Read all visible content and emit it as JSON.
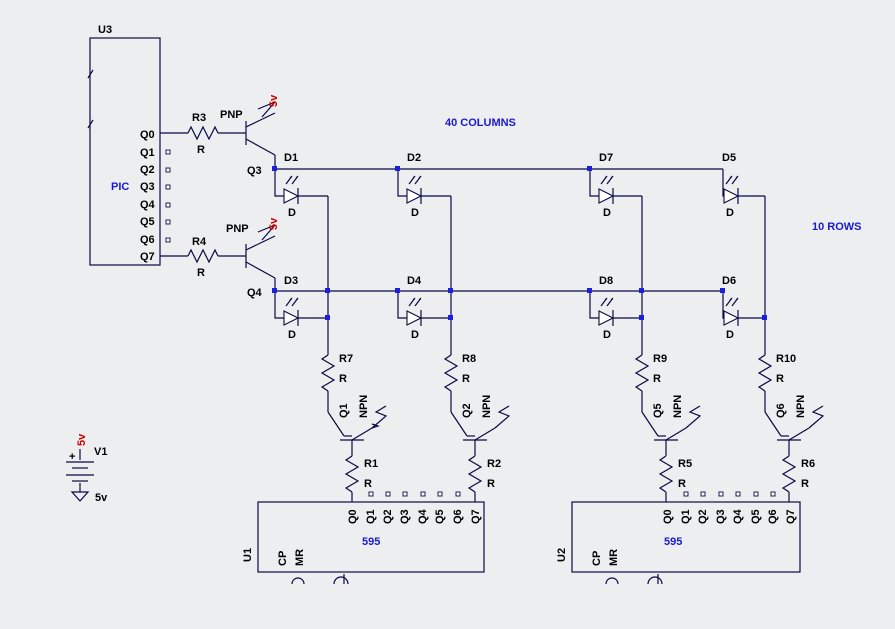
{
  "colors": {
    "background": "#eceef0",
    "wire": "#0a0a44",
    "node": "#1e1ee0",
    "power_label": "#d00000",
    "note": "#1a1acc"
  },
  "notes": {
    "columns": "40 COLUMNS",
    "rows": "10 ROWS"
  },
  "pic": {
    "ref": "U3",
    "name": "PIC",
    "pins": [
      "Q0",
      "Q1",
      "Q2",
      "Q3",
      "Q4",
      "Q5",
      "Q6",
      "Q7"
    ]
  },
  "row_drivers": [
    {
      "resistor": "R3",
      "resistor_value": "R",
      "transistor": "Q3",
      "type": "PNP",
      "supply": "5v"
    },
    {
      "resistor": "R4",
      "resistor_value": "R",
      "transistor": "Q4",
      "type": "PNP",
      "supply": "5v"
    }
  ],
  "leds": {
    "row1": [
      "D1",
      "D2",
      "D7",
      "D5"
    ],
    "row2": [
      "D3",
      "D4",
      "D8",
      "D6"
    ],
    "value": "D"
  },
  "column_drivers": [
    {
      "top_resistor": "R7",
      "transistor": "Q1",
      "bottom_resistor": "R1",
      "type": "NPN",
      "value": "R"
    },
    {
      "top_resistor": "R8",
      "transistor": "Q2",
      "bottom_resistor": "R2",
      "type": "NPN",
      "value": "R"
    },
    {
      "top_resistor": "R9",
      "transistor": "Q5",
      "bottom_resistor": "R5",
      "type": "NPN",
      "value": "R"
    },
    {
      "top_resistor": "R10",
      "transistor": "Q6",
      "bottom_resistor": "R6",
      "type": "NPN",
      "value": "R"
    }
  ],
  "shift_registers": [
    {
      "ref": "U1",
      "name": "595",
      "control_pins": [
        "CP",
        "MR"
      ]
    },
    {
      "ref": "U2",
      "name": "595",
      "control_pins": [
        "CP",
        "MR"
      ]
    }
  ],
  "shift_pins": [
    "Q0",
    "Q1",
    "Q2",
    "Q3",
    "Q4",
    "Q5",
    "Q6",
    "Q7"
  ],
  "supply": {
    "ref": "V1",
    "value": "5v",
    "polarity": "+"
  }
}
